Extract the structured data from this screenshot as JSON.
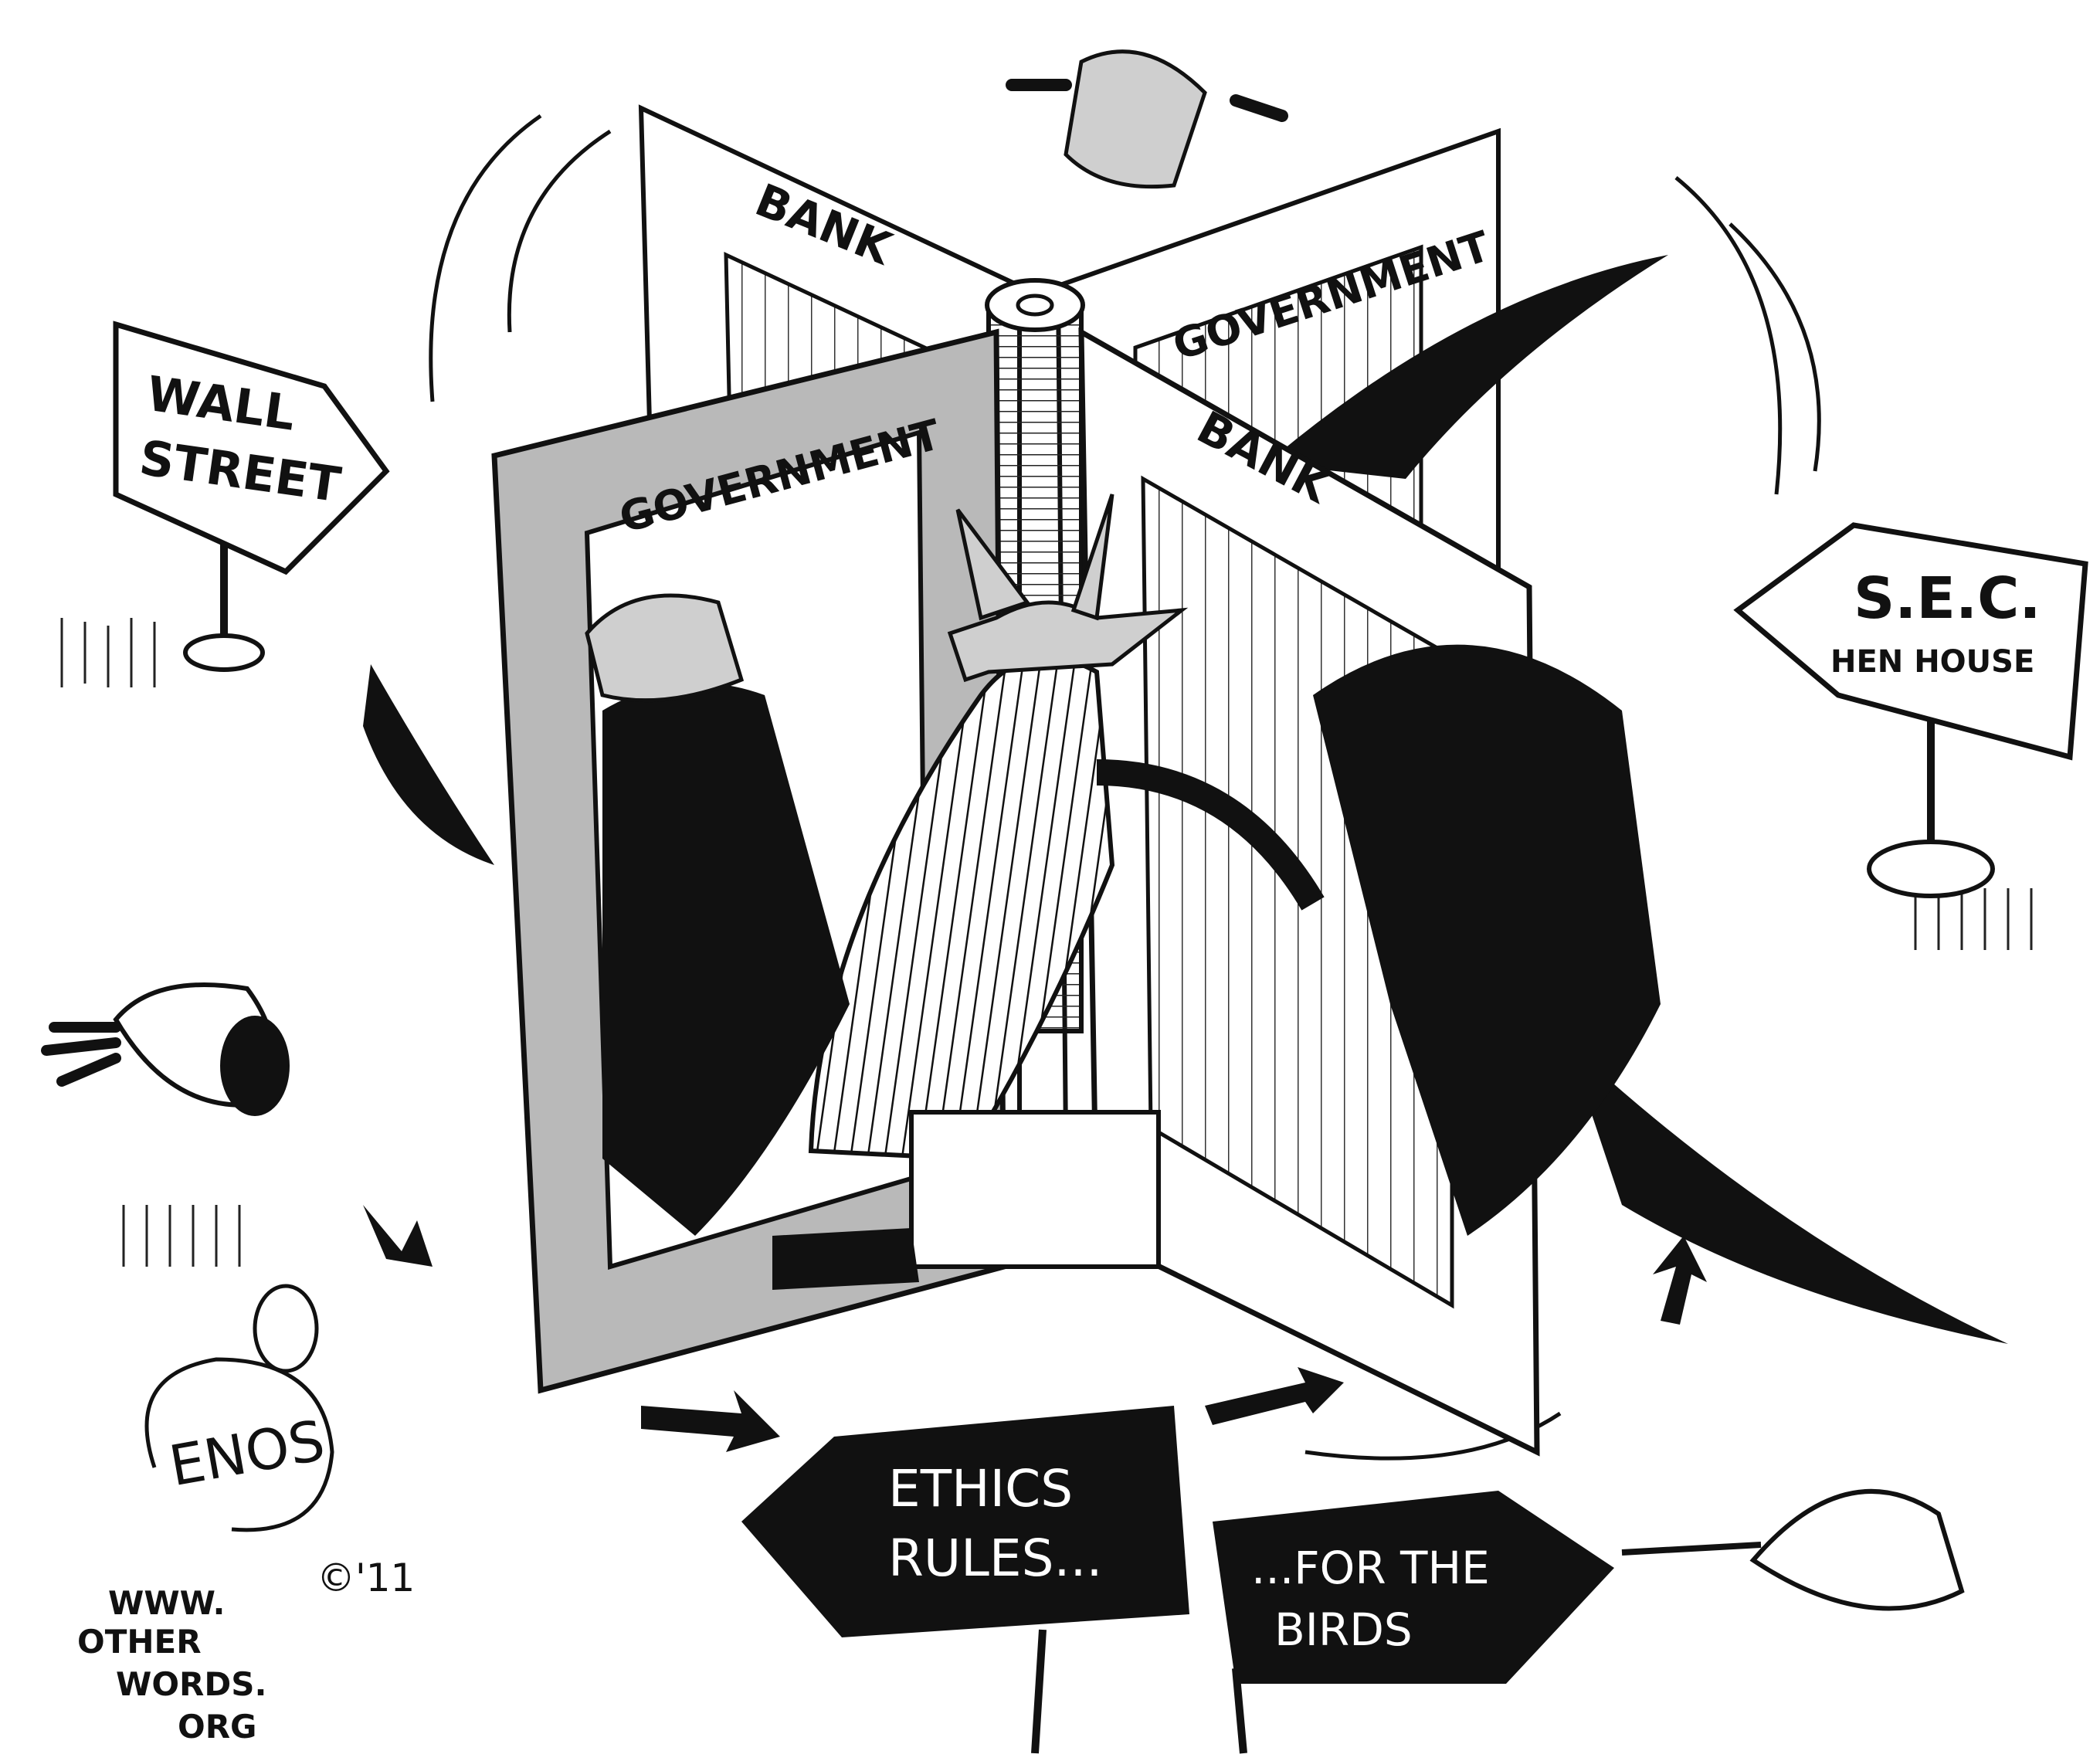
{
  "cartoon": {
    "colors": {
      "ink": "#111111",
      "grey": "#b9b9b9",
      "light_grey": "#d4d4d4",
      "paper": "#ffffff"
    },
    "doors": {
      "back_left_label": "BANK",
      "back_right_label": "GOVERNMENT",
      "front_left_label": "GOVERNMENT",
      "front_right_label": "BANK"
    },
    "signs": {
      "wall_street": {
        "line1": "WALL",
        "line2": "STREET"
      },
      "sec": {
        "line1": "S.E.C.",
        "line2": "HEN HOUSE"
      },
      "ethics": {
        "line1": "ETHICS",
        "line2": "RULES..."
      },
      "birds": {
        "line1": "...FOR THE",
        "line2": "BIRDS"
      }
    },
    "signature": {
      "name": "ENOS",
      "copyright": "©'11",
      "site_line1": "WWW.",
      "site_line2": "OTHER",
      "site_line3": "WORDS.",
      "site_line4": "ORG"
    },
    "icons": [
      "fox-in-pinstripe-suit",
      "fox-in-black-suit",
      "chicken",
      "revolving-door",
      "arrow"
    ]
  }
}
